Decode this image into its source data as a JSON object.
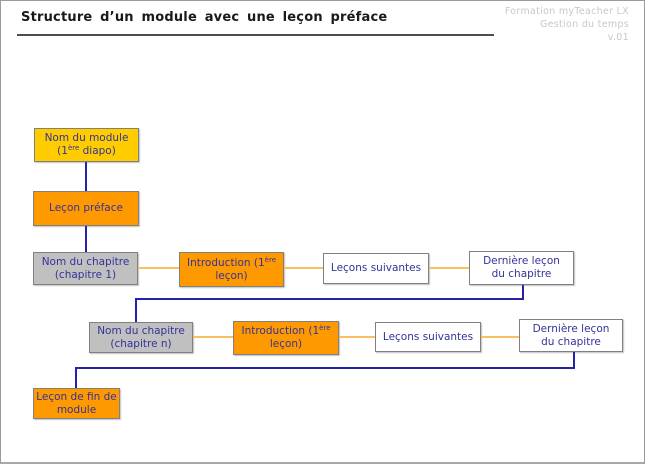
{
  "header": {
    "title": "Structure d’un module  avec une leçon  préface",
    "meta": [
      "Formation myTeacher LX",
      "Gestion du temps",
      "v.01"
    ]
  },
  "colors": {
    "module_fill": "#ffcc00",
    "lesson_fill": "#ff9900",
    "chapter_fill": "#c0c0c0",
    "plain_fill": "#ffffff",
    "box_border": "#808080",
    "box_text": "#333399",
    "flow_line_blue": "#2323a8",
    "flow_line_orange": "#fbbe62",
    "meta_text": "#c8c8c8"
  },
  "diagram": {
    "nodes": {
      "module": {
        "line1": "Nom du module",
        "line2_pre": "(1",
        "line2_sup": "ère",
        "line2_post": " diapo)"
      },
      "preface": {
        "line1": "Leçon préface"
      },
      "chapter1": {
        "line1": "Nom du chapitre",
        "line2": "(chapitre 1)"
      },
      "intro1": {
        "line1_pre": "Introduction (1",
        "line1_sup": "ère",
        "line2": "leçon)"
      },
      "next1": {
        "line1": "Leçons suivantes"
      },
      "last1": {
        "line1": "Dernière leçon",
        "line2": "du chapitre"
      },
      "chaptern": {
        "line1": "Nom du chapitre",
        "line2": "(chapitre n)"
      },
      "intron": {
        "line1_pre": "Introduction (1",
        "line1_sup": "ère",
        "line2": "leçon)"
      },
      "nextn": {
        "line1": "Leçons suivantes"
      },
      "lastn": {
        "line1": "Dernière leçon",
        "line2": "du chapitre"
      },
      "end": {
        "line1": "Leçon de fin de",
        "line2": "module"
      }
    }
  }
}
